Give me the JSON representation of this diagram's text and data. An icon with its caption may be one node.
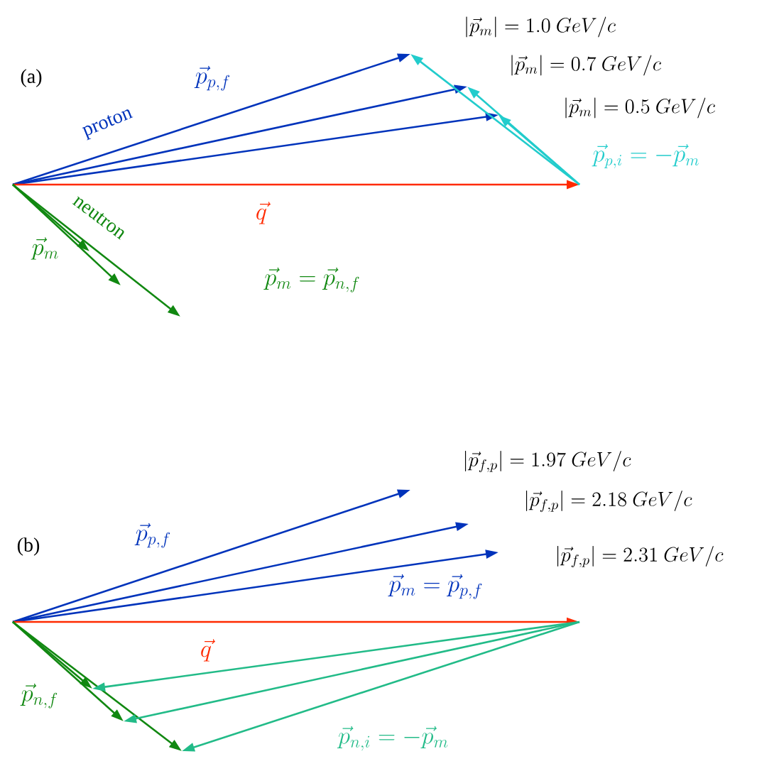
{
  "diagram": {
    "labels": [
      "(a)",
      "\\vec{p}_{p,f}",
      "\\left|\\vec{p}_{m}\\right| = 1.0\\ GeV / c",
      "\\left|\\vec{p}_{m}\\right| = 0.7\\ GeV / c",
      "\\left|\\vec{p}_{m}\\right| = 0.5\\ GeV / c",
      "proton",
      "\\vec{p}_{p,i} = -\\vec{p}_{m}",
      "\\vec{q}",
      "neutron",
      "\\vec{p}_{m}",
      "\\vec{p}_{m} = \\vec{p}_{n,f}",
      "(b)",
      "\\left|\\vec{p}_{f,p}\\right| = 1.97\\ GeV / c",
      "\\left|\\vec{p}_{f,p}\\right| = 2.18\\ GeV / c",
      "\\vec{p}_{p,f}",
      "\\left|\\vec{p}_{f,p}\\right| = 2.31\\ GeV / c",
      "\\vec{p}_{m} = \\vec{p}_{p,f}",
      "\\vec{q}",
      "\\vec{p}_{n,f}",
      "\\vec{p}_{n,i} = -\\vec{p}_{m}"
    ]
  }
}
